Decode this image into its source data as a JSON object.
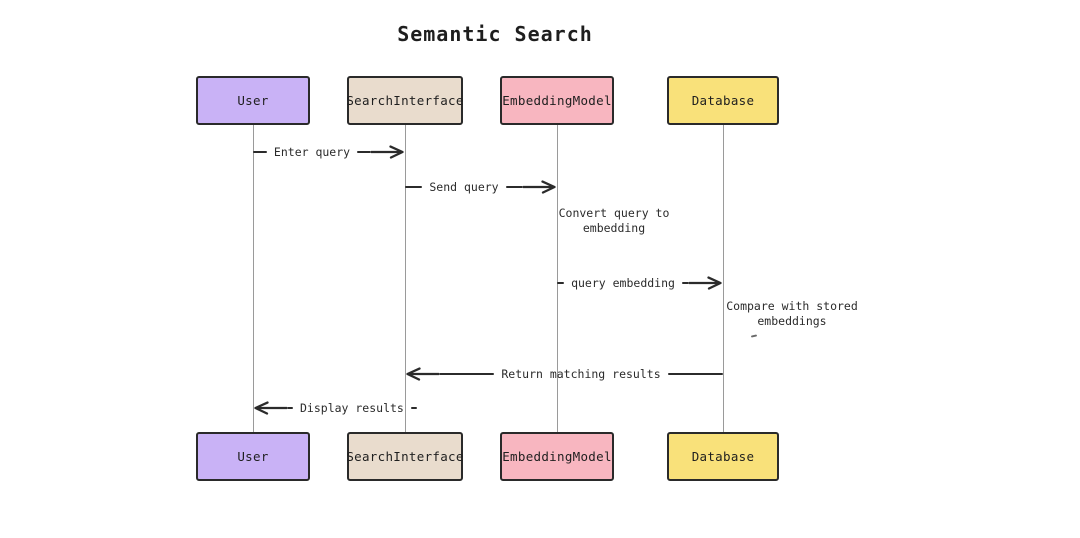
{
  "title": "Semantic Search",
  "colors": {
    "background": "#ffffff",
    "stroke": "#2b2b2b",
    "lifeline": "#9a9a9a",
    "actor_border": "#2a2a2a",
    "actor_user": "#c9b2f6",
    "actor_search_interface": "#e9dccd",
    "actor_embedding_model": "#f8b6c0",
    "actor_database": "#f9e17a"
  },
  "actors": [
    {
      "label": "User",
      "color": "#c9b2f6"
    },
    {
      "label": "SearchInterface",
      "color": "#e9dccd"
    },
    {
      "label": "EmbeddingModel",
      "color": "#f8b6c0"
    },
    {
      "label": "Database",
      "color": "#f9e17a"
    }
  ],
  "messages": [
    {
      "label": "Enter query",
      "from": "User",
      "to": "SearchInterface",
      "kind": "arrow-right"
    },
    {
      "label": "Send query",
      "from": "SearchInterface",
      "to": "EmbeddingModel",
      "kind": "arrow-right"
    },
    {
      "label": "Convert query to embedding",
      "from": "EmbeddingModel",
      "to": "EmbeddingModel",
      "kind": "self-note"
    },
    {
      "label": "query embedding",
      "from": "EmbeddingModel",
      "to": "Database",
      "kind": "arrow-right"
    },
    {
      "label": "Compare with stored embeddings",
      "from": "Database",
      "to": "Database",
      "kind": "self-note"
    },
    {
      "label": "Return matching results",
      "from": "Database",
      "to": "SearchInterface",
      "kind": "arrow-left"
    },
    {
      "label": "Display results",
      "from": "SearchInterface",
      "to": "User",
      "kind": "arrow-left"
    }
  ]
}
